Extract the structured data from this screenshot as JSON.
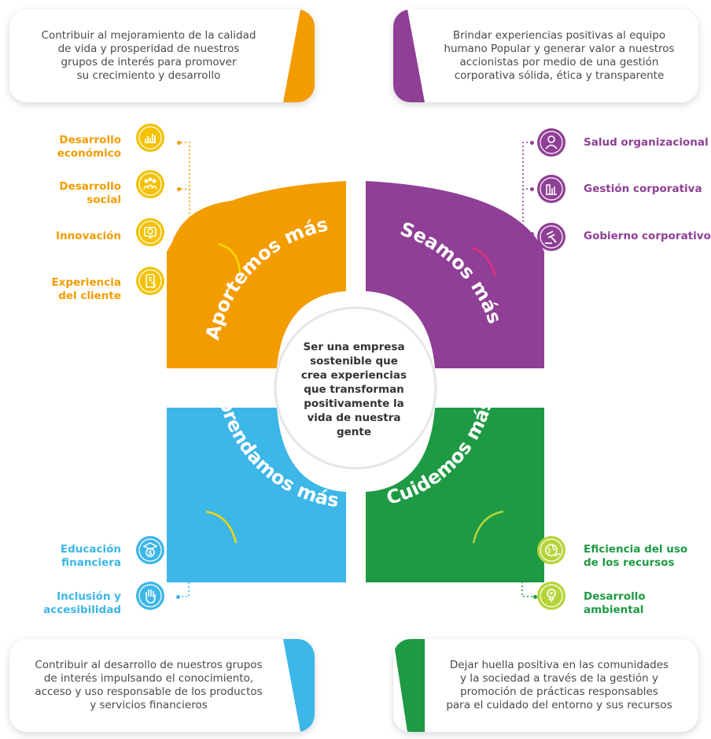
{
  "cards": {
    "top_left": "Contribuir al mejoramiento de la calidad\nde vida y prosperidad de nuestros\ngrupos de interés para promover\nsu crecimiento y desarrollo",
    "top_right": "Brindar experiencias positivas al equipo\nhumano Popular y generar valor a nuestros\naccionistas por medio de una gestión\ncorporativa sólida, ética y transparente",
    "bottom_left": "Contribuir al desarrollo de nuestros grupos\nde interés impulsando el conocimiento,\nacceso y uso responsable de los productos\ny servicios financieros",
    "bottom_right": "Dejar huella positiva en las comunidades\ny la sociedad a través de la gestión y\npromoción de prácticas responsables\npara el cuidado del entorno y sus recursos"
  },
  "center": "Ser una empresa\nsostenible que\ncrea experiencias\nque transforman\npositivamente la\nvida de nuestra\ngente",
  "quadrants": {
    "aportemos": "Aportemos más",
    "seamos": "Seamos más",
    "aprendamos": "Aprendamos más",
    "cuidemos": "Cuidemos más"
  },
  "items": {
    "aportemos": [
      {
        "label": "Desarrollo\neconómico",
        "icon": "economic-growth-chart-icon"
      },
      {
        "label": "Desarrollo\nsocial",
        "icon": "social-development-people-icon"
      },
      {
        "label": "Innovación",
        "icon": "innovation-lightbulb-icon"
      },
      {
        "label": "Experiencia\ndel cliente",
        "icon": "customer-experience-phone-icon"
      }
    ],
    "seamos": [
      {
        "label": "Salud organizacional",
        "icon": "organizational-health-person-icon"
      },
      {
        "label": "Gestión corporativa",
        "icon": "corporate-management-building-icon"
      },
      {
        "label": "Gobierno corporativo",
        "icon": "corporate-governance-gavel-icon"
      }
    ],
    "aprendamos": [
      {
        "label": "Educación\nfinanciera",
        "icon": "financial-education-coin-icon"
      },
      {
        "label": "Inclusión y\naccesibilidad",
        "icon": "inclusion-hand-icon"
      }
    ],
    "cuidemos": [
      {
        "label": "Eficiencia del uso\nde los recursos",
        "icon": "resource-efficiency-globe-icon"
      },
      {
        "label": "Desarrollo\nambiental",
        "icon": "environmental-development-lightbulb-icon"
      }
    ]
  },
  "colors": {
    "orange": "#f39c00",
    "purple": "#8f3f95",
    "blue": "#3db6e8",
    "green": "#1e9a44",
    "yellow_accent": "#f3d800",
    "lime_accent": "#b6d43a",
    "pink_accent": "#e5307d"
  }
}
